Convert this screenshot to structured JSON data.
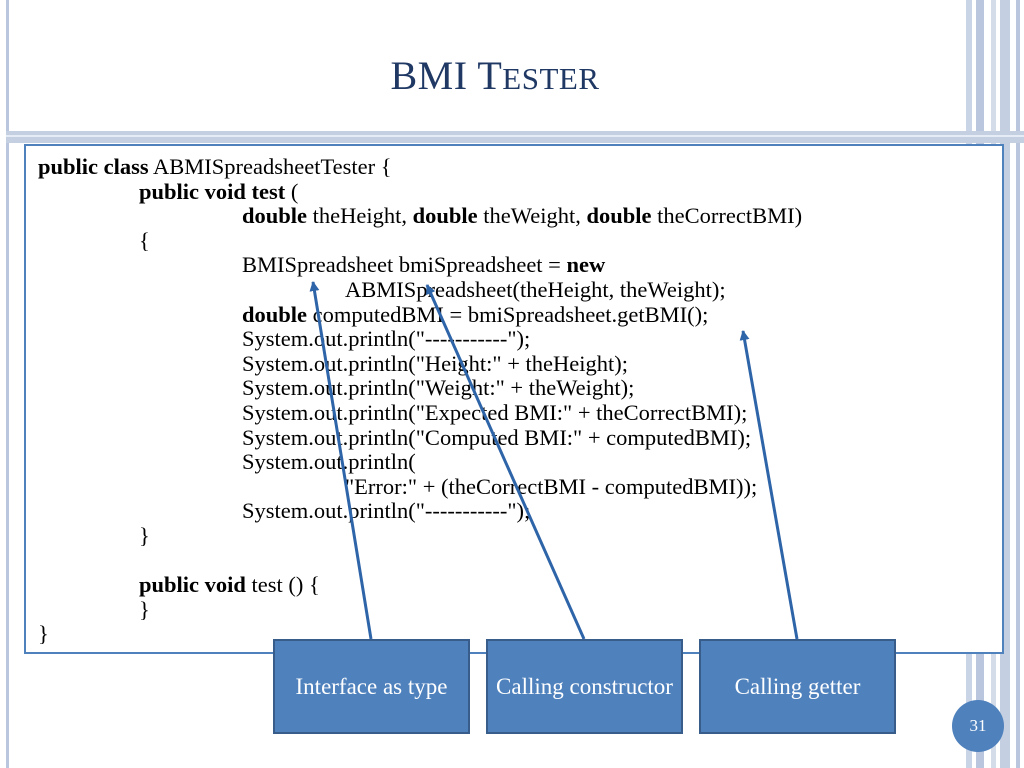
{
  "slide": {
    "title_lead": "BMI T",
    "title_rest": "ESTER",
    "page_number": "31"
  },
  "code_lines": [
    {
      "indent": 0,
      "parts": [
        {
          "t": "public class",
          "b": true
        },
        {
          "t": " ABMISpreadsheetTester {",
          "b": false
        }
      ]
    },
    {
      "indent": 1,
      "parts": [
        {
          "t": "public void test",
          "b": true
        },
        {
          "t": " (",
          "b": false
        }
      ]
    },
    {
      "indent": 2,
      "parts": [
        {
          "t": "double",
          "b": true
        },
        {
          "t": " theHeight, ",
          "b": false
        },
        {
          "t": "double",
          "b": true
        },
        {
          "t": " theWeight, ",
          "b": false
        },
        {
          "t": "double",
          "b": true
        },
        {
          "t": " theCorrectBMI)",
          "b": false
        }
      ]
    },
    {
      "indent": 1,
      "parts": [
        {
          "t": "{",
          "b": false
        }
      ]
    },
    {
      "indent": 2,
      "parts": [
        {
          "t": "BMISpreadsheet bmiSpreadsheet = ",
          "b": false
        },
        {
          "t": "new",
          "b": true
        }
      ]
    },
    {
      "indent": 3,
      "parts": [
        {
          "t": "ABMISpreadsheet(theHeight, theWeight);",
          "b": false
        }
      ]
    },
    {
      "indent": 2,
      "parts": [
        {
          "t": "double",
          "b": true
        },
        {
          "t": " computedBMI = bmiSpreadsheet.getBMI();",
          "b": false
        }
      ]
    },
    {
      "indent": 2,
      "parts": [
        {
          "t": "System.out.println(\"-----------\");",
          "b": false
        }
      ]
    },
    {
      "indent": 2,
      "parts": [
        {
          "t": "System.out.println(\"Height:\" + theHeight);",
          "b": false
        }
      ]
    },
    {
      "indent": 2,
      "parts": [
        {
          "t": "System.out.println(\"Weight:\" + theWeight);",
          "b": false
        }
      ]
    },
    {
      "indent": 2,
      "parts": [
        {
          "t": "System.out.println(\"Expected BMI:\" + theCorrectBMI);",
          "b": false
        }
      ]
    },
    {
      "indent": 2,
      "parts": [
        {
          "t": "System.out.println(\"Computed BMI:\" + computedBMI);",
          "b": false
        }
      ]
    },
    {
      "indent": 2,
      "parts": [
        {
          "t": "System.out.println(",
          "b": false
        }
      ]
    },
    {
      "indent": 3,
      "parts": [
        {
          "t": "\"Error:\" + (theCorrectBMI - computedBMI));",
          "b": false
        }
      ]
    },
    {
      "indent": 2,
      "parts": [
        {
          "t": "System.out.println(\"-----------\");",
          "b": false
        }
      ]
    },
    {
      "indent": 1,
      "parts": [
        {
          "t": "}",
          "b": false
        }
      ]
    },
    {
      "indent": 0,
      "parts": []
    },
    {
      "indent": 1,
      "parts": [
        {
          "t": "public void",
          "b": true
        },
        {
          "t": " test () {",
          "b": false
        }
      ]
    },
    {
      "indent": 1,
      "parts": [
        {
          "t": "}",
          "b": false
        }
      ]
    },
    {
      "indent": 0,
      "parts": [
        {
          "t": "}",
          "b": false
        }
      ]
    }
  ],
  "callouts": {
    "interface": "Interface as type",
    "constructor": "Calling constructor",
    "getter": "Calling getter"
  },
  "colors": {
    "accent": "#4f81bd",
    "title": "#1f3864",
    "arrow": "#2e64a8"
  }
}
